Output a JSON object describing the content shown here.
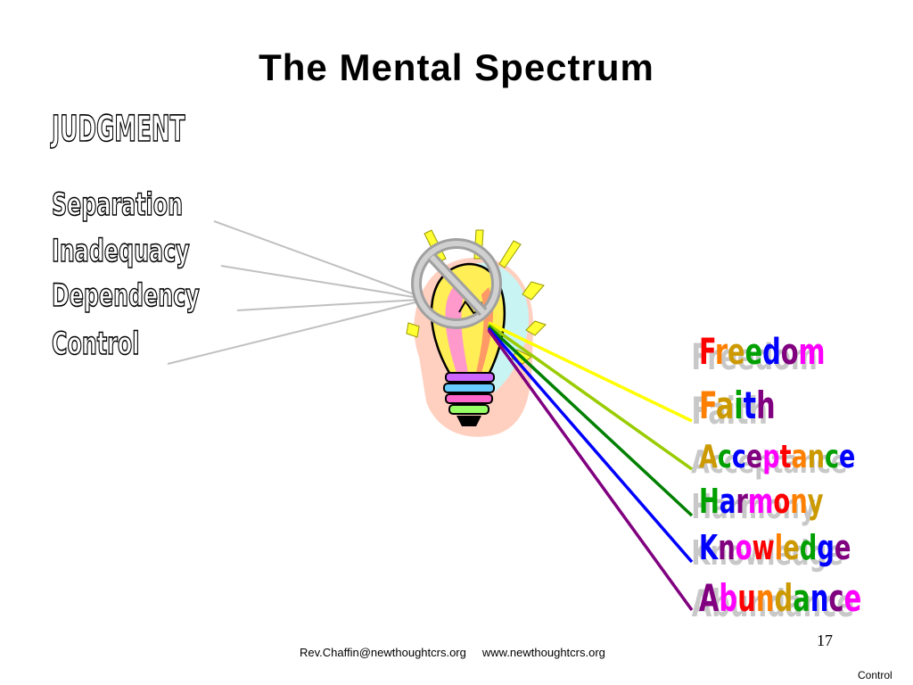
{
  "slide": {
    "title": "The Mental Spectrum",
    "heading": "JUDGMENT",
    "negative_items": [
      "Separation",
      "Inadequacy",
      "Dependency",
      "Control"
    ],
    "positive_items": [
      "Freedom",
      "Faith",
      "Acceptance",
      "Harmony",
      "Knowledge",
      "Abundance"
    ],
    "ray_colors": [
      "#ffff00",
      "#99cc00",
      "#008000",
      "#0000ff",
      "#800080"
    ],
    "grey_line_color": "#c0c0c0",
    "letter_palette": [
      "#ff0000",
      "#ff8000",
      "#cc9900",
      "#00a000",
      "#0000ff",
      "#800080",
      "#ff00ff"
    ]
  },
  "footer": {
    "email": "Rev.Chaffin@newthoughtcrs.org",
    "website": "www.newthoughtcrs.org",
    "page_number": "17",
    "corner_label": "Control"
  },
  "icons": [
    "lightbulb-icon",
    "prohibition-icon"
  ]
}
